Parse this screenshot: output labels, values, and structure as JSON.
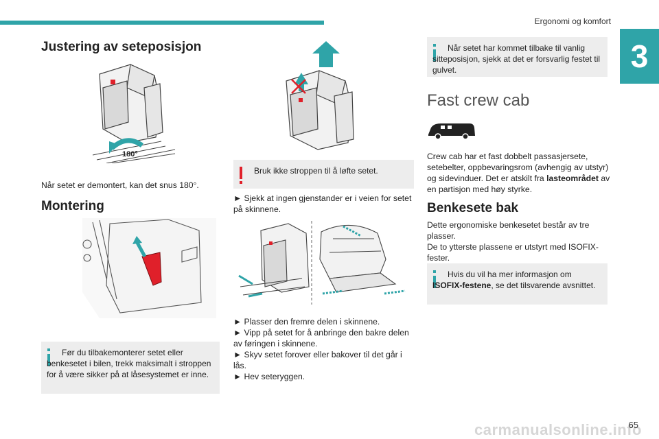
{
  "header": {
    "title": "Ergonomi og komfort",
    "chapter": "3"
  },
  "col1": {
    "heading": "Justering av seteposisjon",
    "rotate_label": "180°",
    "para": "Når setet er demontert, kan det snus 180°.",
    "heading2": "Montering",
    "info_box": "Før du tilbakemonterer setet eller benkesetet i bilen, trekk maksimalt i stroppen for å være sikker på at låsesystemet er inne."
  },
  "col2": {
    "warn_box": "Bruk ikke stroppen til å løfte setet.",
    "para1": "► Sjekk at ingen gjenstander er i veien for setet på skinnene.",
    "steps": [
      "► Plasser den fremre delen i skinnene.",
      "► Vipp på setet for å anbringe den bakre delen av føringen i skinnene.",
      "► Skyv setet forover eller bakover til det går i lås.",
      "► Hev seteryggen."
    ]
  },
  "col3": {
    "info_box": "Når setet har kommet tilbake til vanlig sitteposisjon, sjekk at det er forsvarlig festet til gulvet.",
    "heading_big": "Fast crew cab",
    "para1_a": "Crew cab har et fast dobbelt passasjersete, setebelter, oppbevaringsrom (avhengig av utstyr) og sidevinduer. Det er atskilt fra ",
    "para1_bold": "lasteområdet",
    "para1_b": " av en partisjon med høy styrke.",
    "heading2": "Benkesete bak",
    "para2": "Dette ergonomiske benkesetet består av tre plasser.",
    "para3": "De to ytterste plassene er utstyrt med ISOFIX-fester.",
    "info_box2_a": "Hvis du vil ha mer informasjon om ",
    "info_box2_bold": "ISOFIX-festene",
    "info_box2_b": ", se det tilsvarende avsnittet."
  },
  "footer": {
    "page": "65",
    "watermark": "carmanualsonline.info"
  },
  "colors": {
    "accent": "#2fa4a8",
    "warning": "#e0202a",
    "box_bg": "#ededed"
  }
}
